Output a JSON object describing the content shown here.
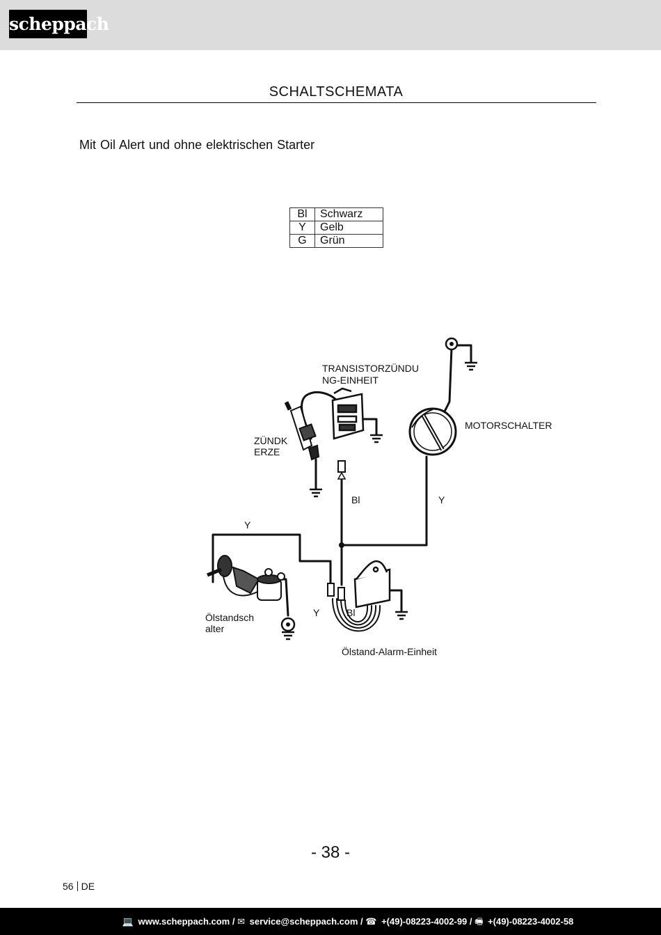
{
  "header": {
    "logo_text": "scheppach"
  },
  "document": {
    "title": "SCHALTSCHEMATA",
    "subtitle": "Mit Oil Alert und ohne elektrischen Starter"
  },
  "legend": {
    "rows": [
      {
        "code": "Bl",
        "color": "Schwarz"
      },
      {
        "code": "Y",
        "color": "Gelb"
      },
      {
        "code": "G",
        "color": "Grün"
      }
    ]
  },
  "diagram": {
    "labels": {
      "ignition_unit_1": "TRANSISTORZÜNDU",
      "ignition_unit_2": "NG-EINHEIT",
      "motor_switch": "MOTORSCHALTER",
      "spark_plug_1": "ZÜNDK",
      "spark_plug_2": "ERZE",
      "wire_bl_top": "Bl",
      "wire_y_right": "Y",
      "wire_y_left": "Y",
      "oil_switch_1": "Ölstandsch",
      "oil_switch_2": "alter",
      "wire_y_bottom": "Y",
      "wire_bl_bottom": "Bl",
      "oil_alarm_unit": "Ölstand-Alarm-Einheit"
    }
  },
  "page": {
    "number": "- 38 -",
    "ref_page": "56",
    "ref_lang": "DE"
  },
  "footer": {
    "web_icon": "💻",
    "web": "www.scheppach.com /",
    "mail_icon": "✉",
    "email": "service@scheppach.com /",
    "phone_icon": "☎",
    "phone": "+(49)-08223-4002-99 /",
    "fax_icon": "🖷",
    "fax": "+(49)-08223-4002-58"
  }
}
